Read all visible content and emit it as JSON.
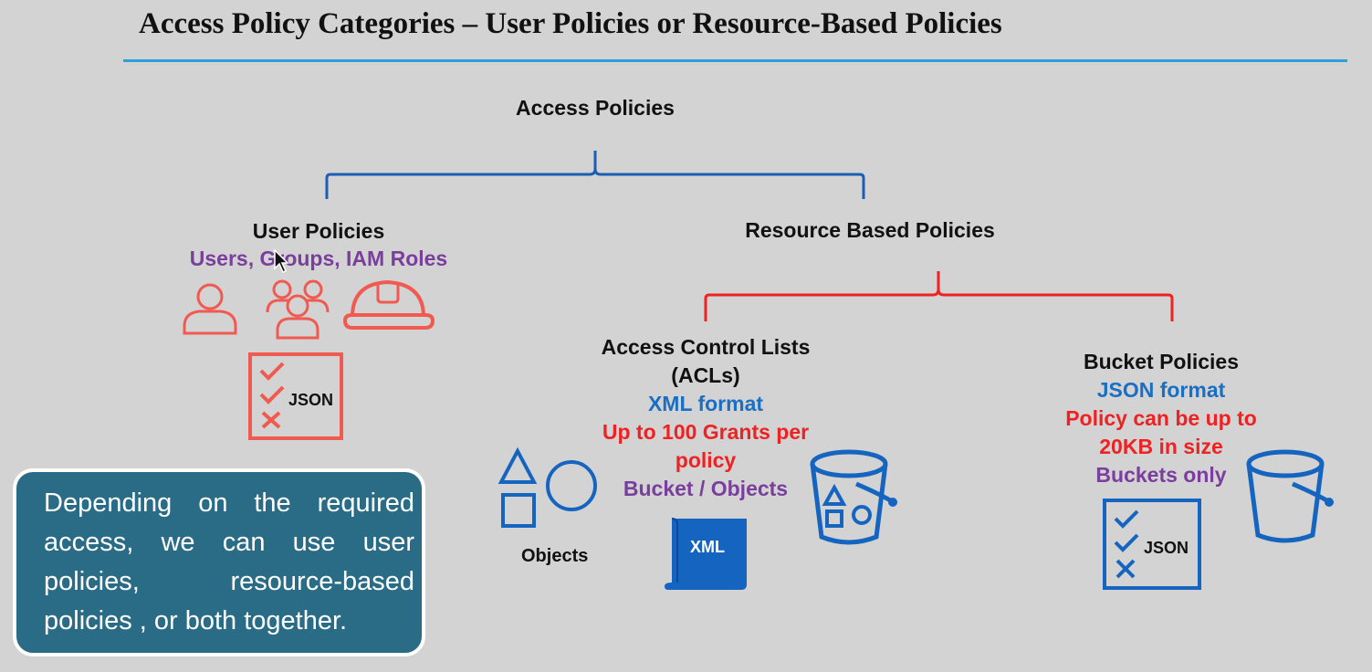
{
  "title": "Access Policy Categories – User Policies or Resource-Based Policies",
  "root": {
    "label": "Access Policies"
  },
  "user_policies": {
    "label": "User Policies",
    "subtitle": "Users, Groups, IAM Roles",
    "doc_label": "JSON"
  },
  "resource_based": {
    "label": "Resource Based Policies",
    "acl": {
      "title_line1": "Access Control Lists",
      "title_line2": "(ACLs)",
      "format": "XML format",
      "grants_line1": "Up to 100 Grants per",
      "grants_line2": "policy",
      "scope": "Bucket / Objects",
      "objects_label": "Objects",
      "xml_label": "XML"
    },
    "bucket": {
      "title": "Bucket Policies",
      "format": "JSON format",
      "size_line1": "Policy can be up to",
      "size_line2": "20KB in size",
      "scope": "Buckets only",
      "doc_label": "JSON"
    }
  },
  "callout": {
    "text": "Depending on the required access, we can use user policies, resource-based policies , or both together."
  },
  "colors": {
    "user_icons": "#f05a50",
    "tree_blue": "#1a5fb4",
    "tree_red": "#ee2222",
    "aws_blue": "#1565c0",
    "callout_bg": "#2a6c85"
  },
  "icons": [
    "user-icon",
    "group-icon",
    "hard-hat-icon",
    "json-document-icon",
    "shapes-icon",
    "xml-scroll-icon",
    "bucket-with-objects-icon",
    "bucket-icon"
  ]
}
